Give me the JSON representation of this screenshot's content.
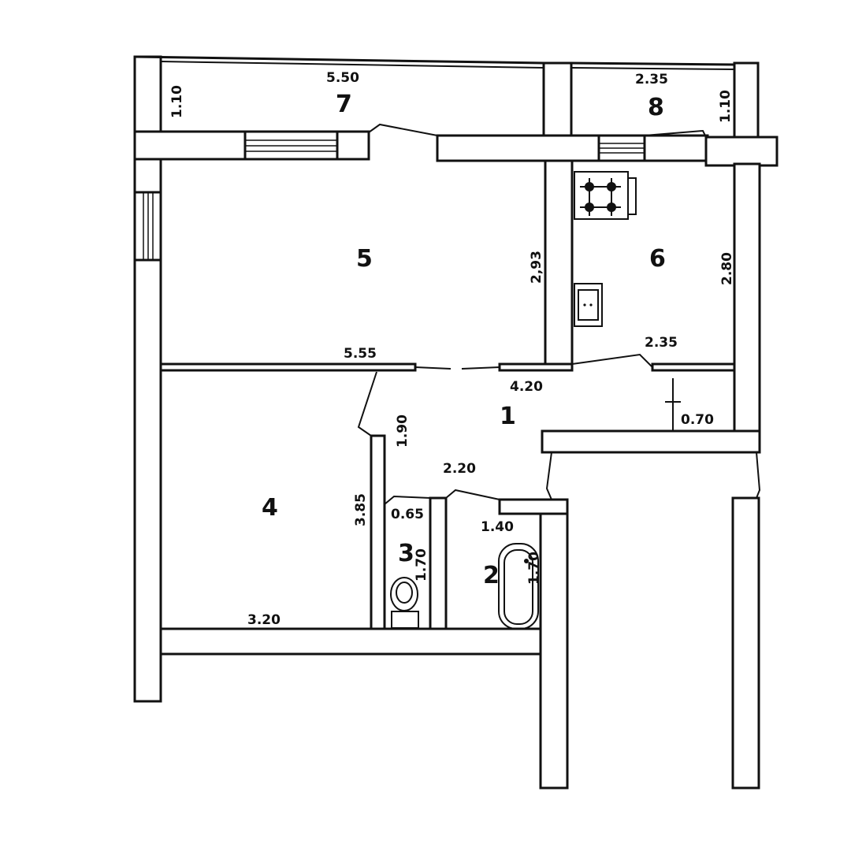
{
  "rooms": [
    {
      "id": "r1",
      "number": "1"
    },
    {
      "id": "r2",
      "number": "2"
    },
    {
      "id": "r3",
      "number": "3"
    },
    {
      "id": "r4",
      "number": "4"
    },
    {
      "id": "r5",
      "number": "5"
    },
    {
      "id": "r6",
      "number": "6"
    },
    {
      "id": "r7",
      "number": "7"
    },
    {
      "id": "r8",
      "number": "8"
    }
  ],
  "dimensions": {
    "balcony7_length": "5.50",
    "balcony7_width": "1.10",
    "balcony8_length": "2.35",
    "balcony8_width": "1.10",
    "room5_depth": "2,93",
    "room5_length": "5.55",
    "room6_depth": "2.80",
    "room6_width": "2.35",
    "hall_length": "4.20",
    "hall_depth": "1.90",
    "closet_depth": "0.70",
    "corridor_length": "2.20",
    "room4_depth": "3.85",
    "room4_width": "3.20",
    "wc_width": "0.65",
    "wc_depth": "1.70",
    "bath_width": "1.40",
    "bath_depth": "1.70"
  },
  "colors": {
    "ink": "#111111",
    "paper": "#ffffff"
  }
}
